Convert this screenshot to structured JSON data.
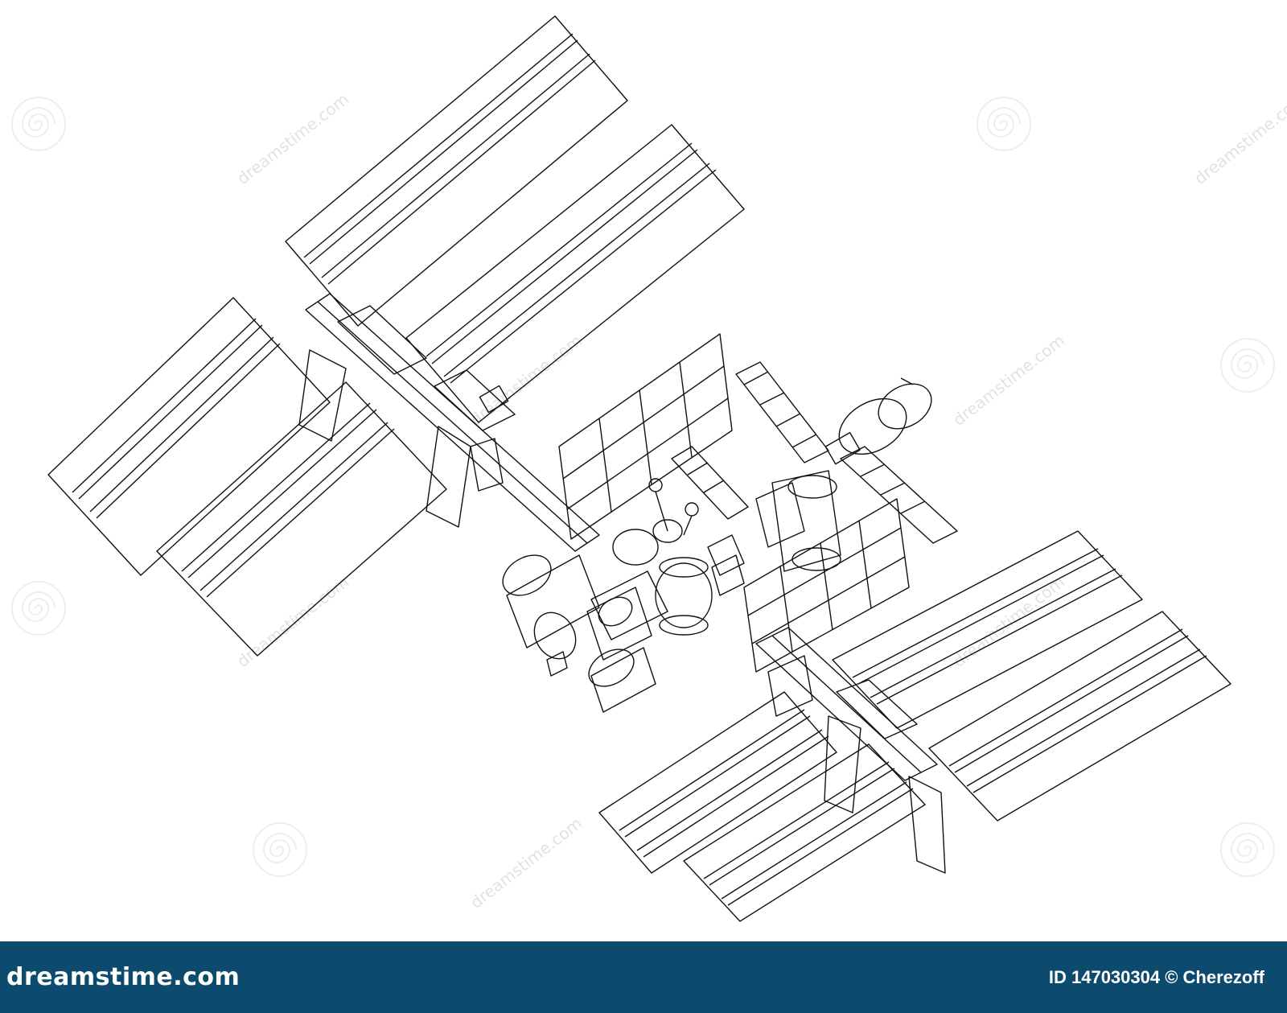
{
  "image": {
    "subject": "Line drawing of a space station",
    "style": "black outline on white"
  },
  "watermark": {
    "brand_text": "dreamstime.com",
    "repeated_logo": "dreamstime-spiral-logo"
  },
  "footer": {
    "brand": "dreamstime.com",
    "credit": "ID 147030304 © Cherezoff",
    "background_color": "#0c4a6e",
    "text_color": "#ffffff"
  },
  "colors": {
    "line": "#111111",
    "background": "#ffffff"
  }
}
